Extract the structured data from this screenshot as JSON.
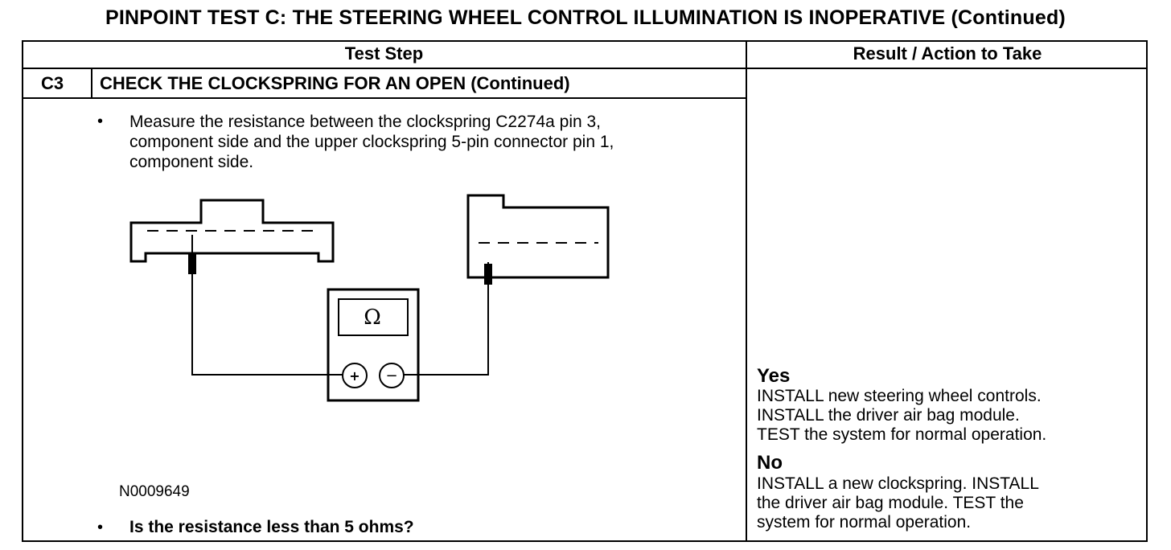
{
  "title": "PINPOINT TEST  C: THE STEERING WHEEL CONTROL ILLUMINATION IS INOPERATIVE (Continued)",
  "table": {
    "header_left": "Test Step",
    "header_right": "Result / Action to Take"
  },
  "step": {
    "id": "C3",
    "title": "CHECK THE CLOCKSPRING FOR AN OPEN (Continued)",
    "instruction_lines": [
      "Measure the resistance between the clockspring C2274a pin 3,",
      "component side and the upper clockspring 5-pin connector pin 1,",
      "component side."
    ],
    "figure_id": "N0009649",
    "question": "Is the resistance less than 5 ohms?",
    "bullet": "•"
  },
  "diagram": {
    "meter_symbol": "Ω",
    "plus_symbol": "+",
    "minus_symbol": "−"
  },
  "results": {
    "yes_label": "Yes",
    "yes_lines": [
      "INSTALL new steering wheel controls.",
      "INSTALL the driver air bag module.",
      "TEST the system for normal operation."
    ],
    "no_label": "No",
    "no_lines": [
      "INSTALL a new clockspring. INSTALL",
      "the driver air bag module. TEST the",
      "system for normal operation."
    ]
  }
}
